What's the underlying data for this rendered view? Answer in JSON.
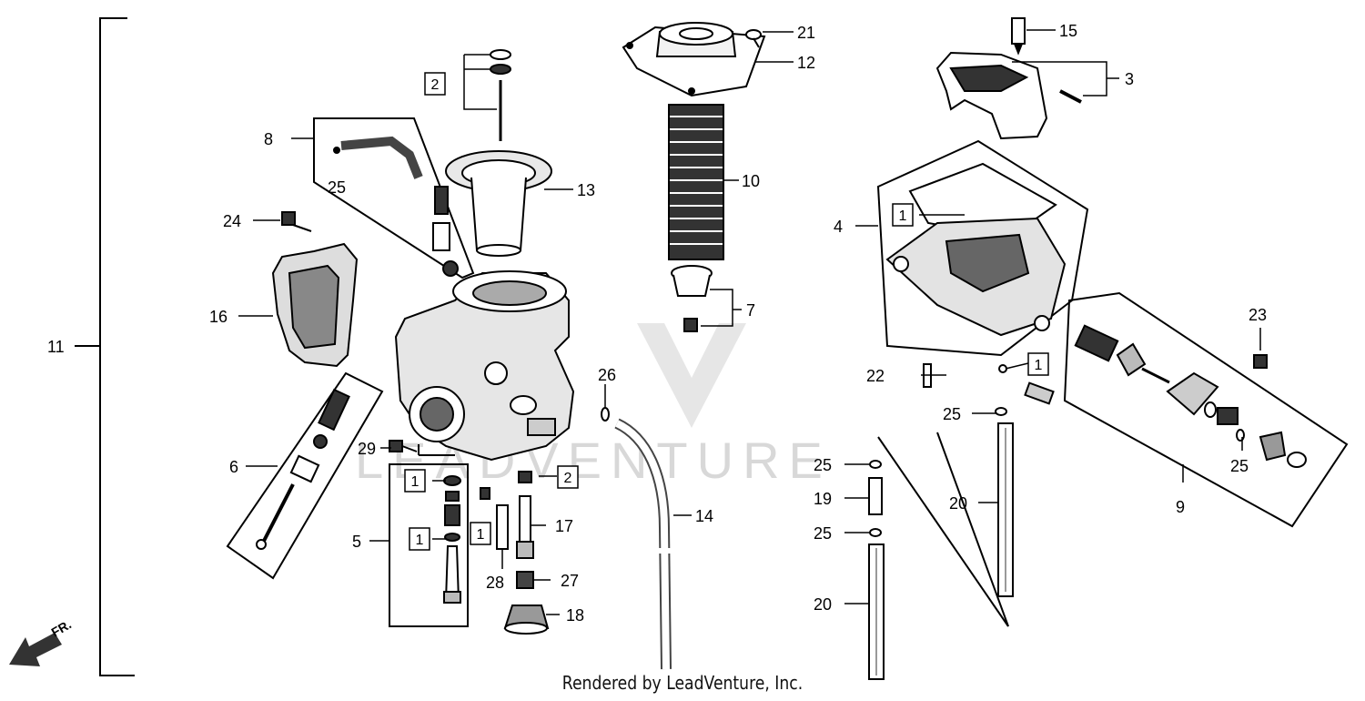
{
  "callouts": {
    "c1a": "1",
    "c1b": "1",
    "c1c": "1",
    "c1d": "1",
    "c1e": "1",
    "c2a": "2",
    "c2b": "2",
    "c3": "3",
    "c4": "4",
    "c5": "5",
    "c6": "6",
    "c7": "7",
    "c8": "8",
    "c9": "9",
    "c10": "10",
    "c11": "11",
    "c12": "12",
    "c13": "13",
    "c14": "14",
    "c15": "15",
    "c16": "16",
    "c17": "17",
    "c18": "18",
    "c19": "19",
    "c20a": "20",
    "c20b": "20",
    "c21": "21",
    "c22": "22",
    "c23": "23",
    "c24": "24",
    "c25a": "25",
    "c25b": "25",
    "c25c": "25",
    "c25d": "25",
    "c25e": "25",
    "c26": "26",
    "c27": "27",
    "c28": "28",
    "c29": "29"
  },
  "orientation_label": "FR.",
  "watermark": "LEADVENTURE",
  "footer": "Rendered by LeadVenture, Inc."
}
